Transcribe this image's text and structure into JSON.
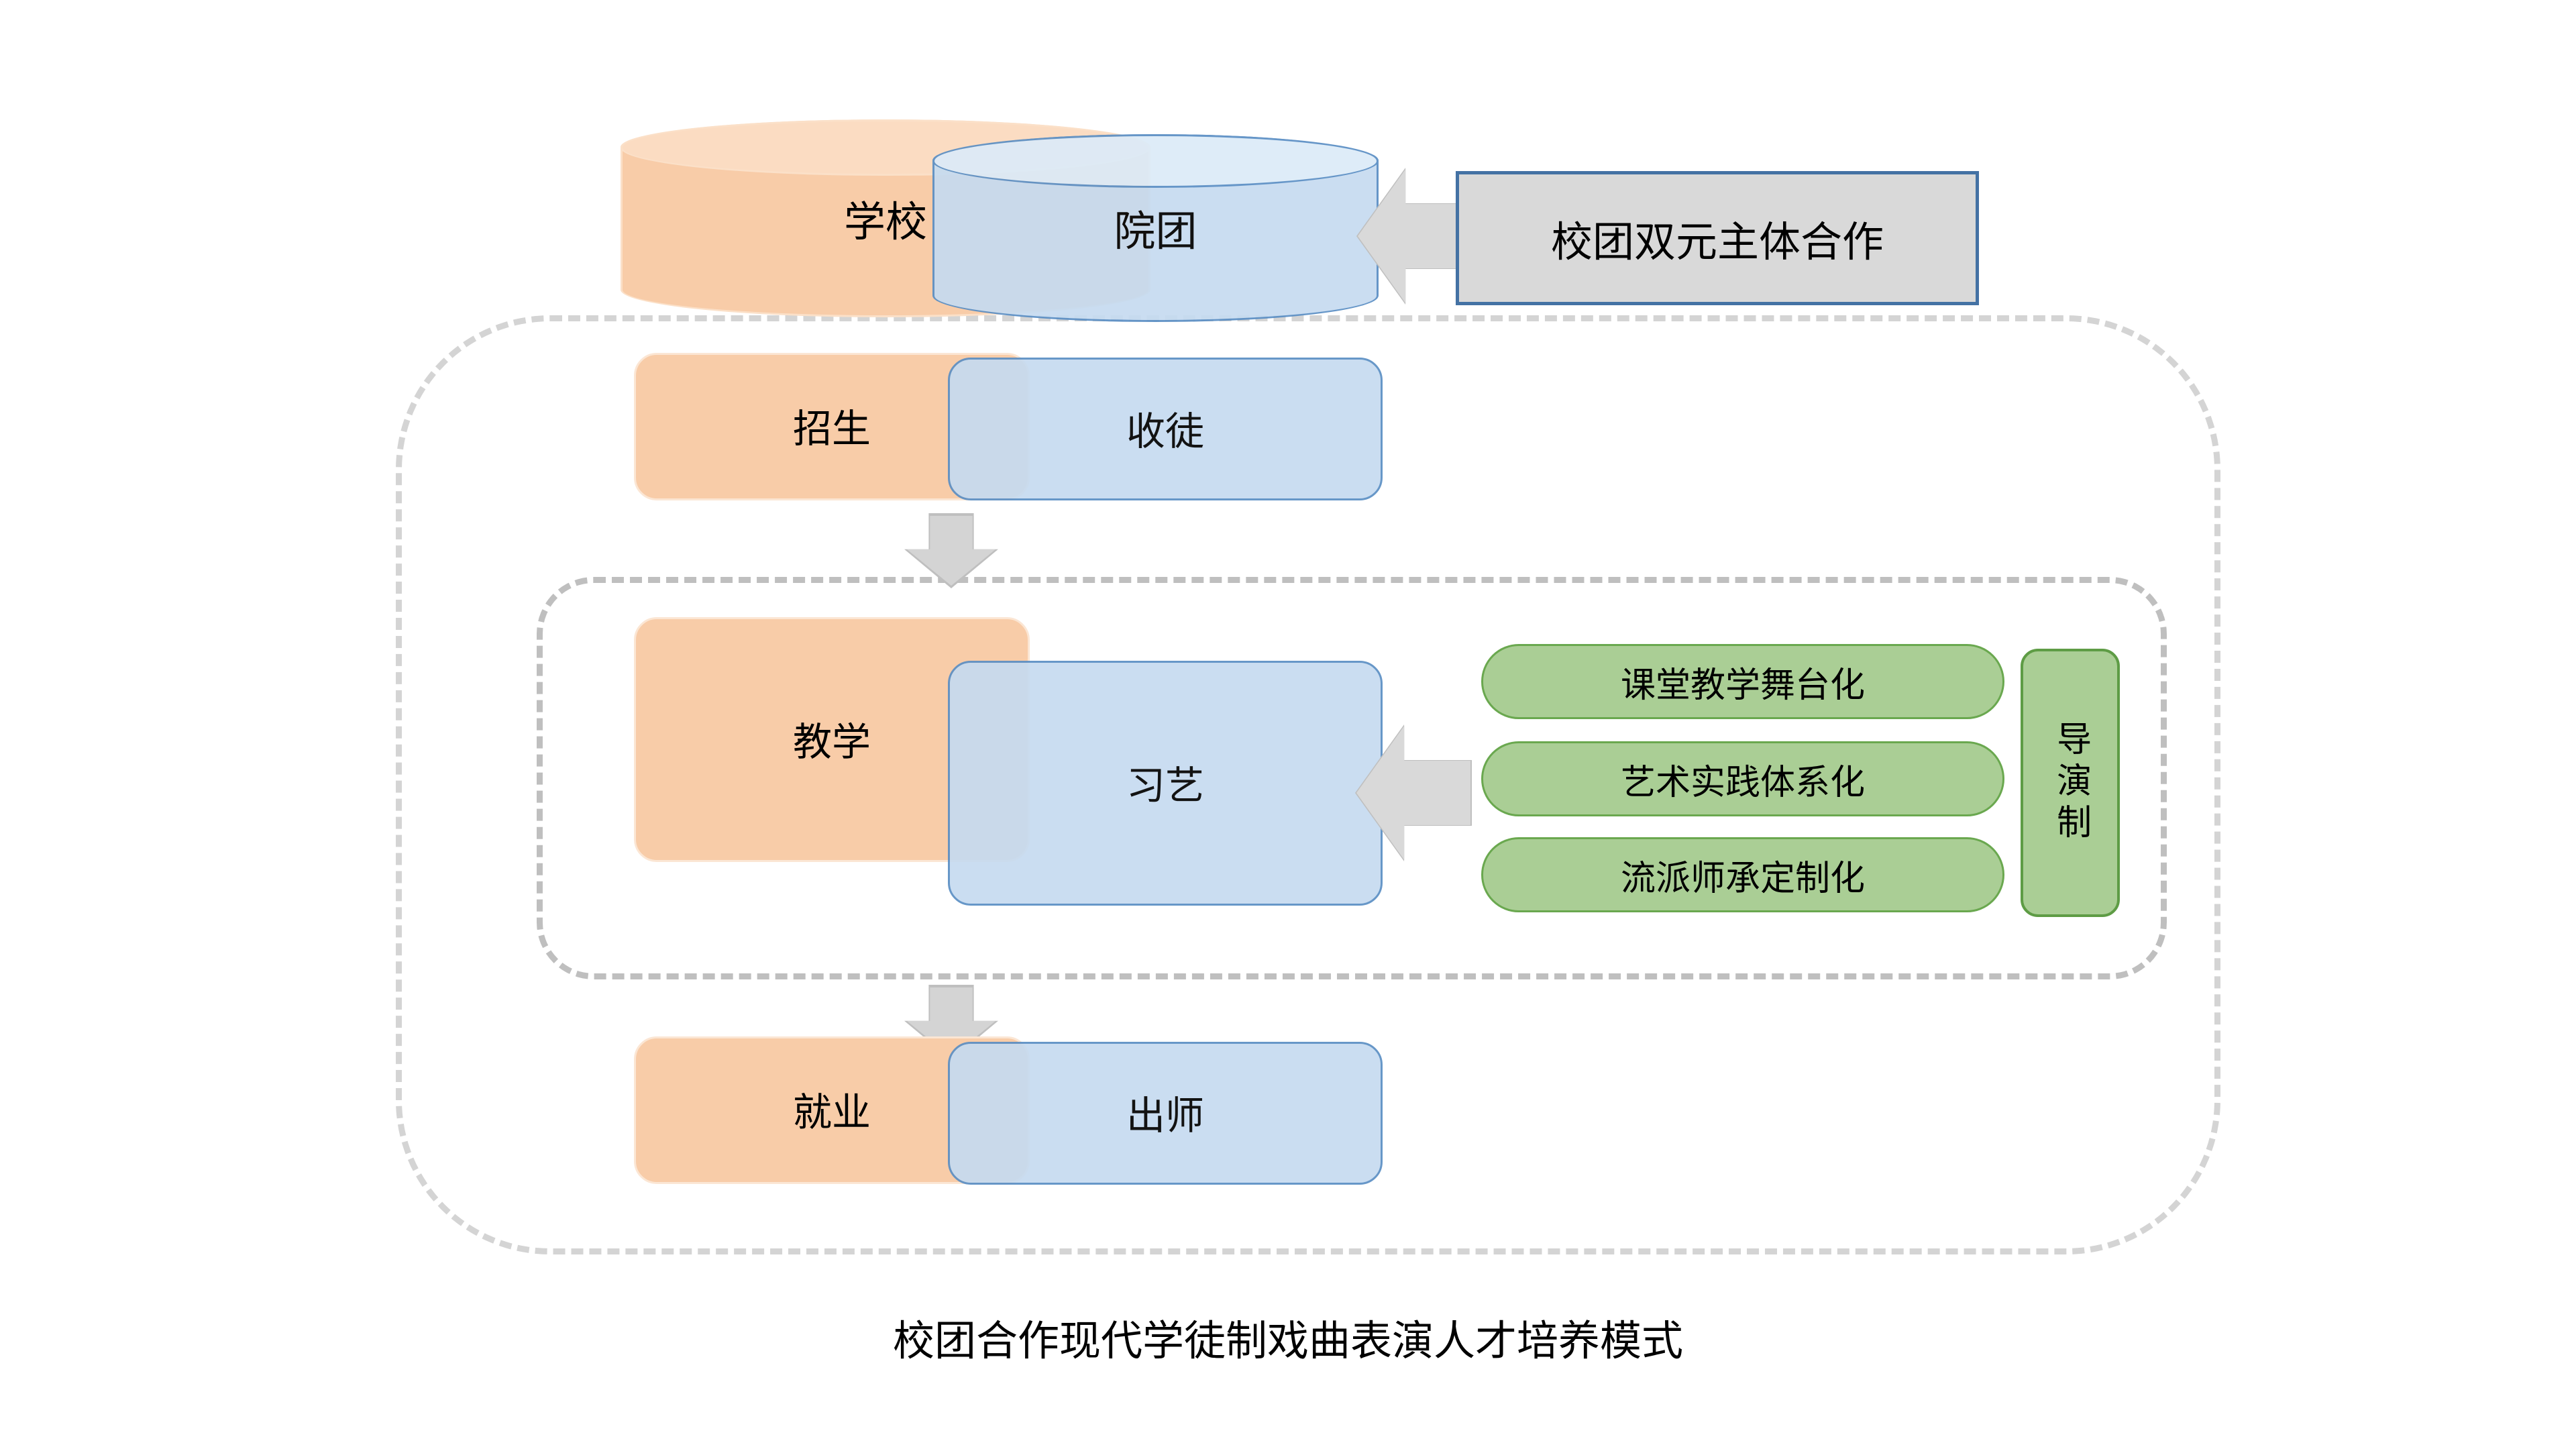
{
  "diagram": {
    "caption": "校团合作现代学徒制戏曲表演人才培养模式",
    "callout": {
      "label": "校团双元主体合作"
    },
    "cylinders": {
      "left": {
        "label": "学校"
      },
      "right": {
        "label": "院团"
      }
    },
    "rows": [
      {
        "school": "招生",
        "troupe": "收徒"
      },
      {
        "school": "教学",
        "troupe": "习艺"
      },
      {
        "school": "就业",
        "troupe": "出师"
      }
    ],
    "pills": [
      {
        "label": "课堂教学舞台化"
      },
      {
        "label": "艺术实践体系化"
      },
      {
        "label": "流派师承定制化"
      }
    ],
    "vertical_box": {
      "label": "导演制"
    },
    "arrows": {
      "to_callout": "left-arrow-icon",
      "to_pills": "left-arrow-icon",
      "flow_1": "down-arrow-icon",
      "flow_2": "down-arrow-icon"
    },
    "colors": {
      "school_orange": "#F8CCA8",
      "troupe_blue": "#C6DBF0",
      "troupe_border": "#5B8FC4",
      "pill_green": "#AACE95",
      "pill_border": "#6AA84F",
      "callout_gray": "#D9D9D9",
      "callout_border": "#4472A4",
      "arrow_gray": "#D4D4D4",
      "dashed_gray": "#D4D4D4"
    }
  }
}
